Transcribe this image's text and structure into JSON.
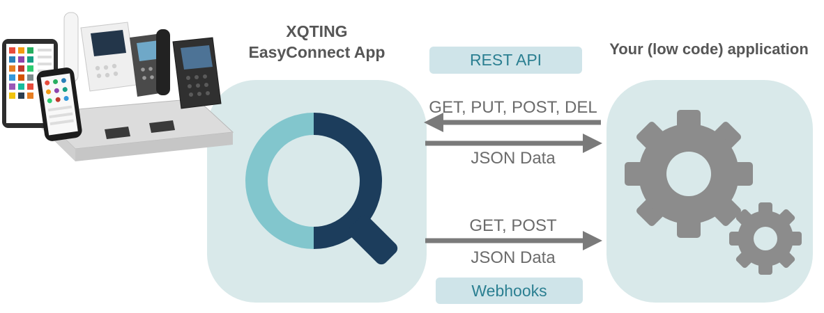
{
  "easyconnect": {
    "title_line1": "XQTING",
    "title_line2": "EasyConnect App"
  },
  "application": {
    "title": "Your (low code) application"
  },
  "labels": {
    "rest_api": "REST API",
    "webhooks": "Webhooks"
  },
  "flows": {
    "top_methods": "GET, PUT, POST, DEL",
    "top_payload": "JSON Data",
    "bottom_methods": "GET, POST",
    "bottom_payload": "JSON Data"
  },
  "icons": {
    "left_illustration": "phone-system-devices-photo",
    "app_logo": "magnifier-logo",
    "application_icon": "gears"
  },
  "colors": {
    "panel_bg": "#d9e9ea",
    "pill_bg": "#cfe4e9",
    "pill_text": "#2b7f91",
    "title_text": "#565656",
    "arrow": "#7a7a7a",
    "logo_teal": "#82c6cd",
    "logo_navy": "#1c3d5c",
    "gear_gray": "#8c8c8c"
  }
}
